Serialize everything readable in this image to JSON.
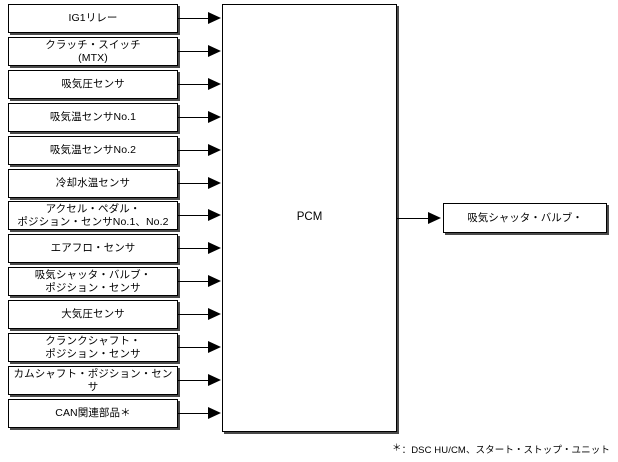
{
  "diagram": {
    "type": "block-diagram",
    "title": "PCM input/output block diagram",
    "controller": {
      "label": "PCM"
    },
    "inputs": [
      {
        "label": "IG1リレー"
      },
      {
        "label": "クラッチ・スイッチ\n(MTX)"
      },
      {
        "label": "吸気圧センサ"
      },
      {
        "label": "吸気温センサNo.1"
      },
      {
        "label": "吸気温センサNo.2"
      },
      {
        "label": "冷却水温センサ"
      },
      {
        "label": "アクセル・ペダル・\nポジション・センサNo.1、No.2"
      },
      {
        "label": "エアフロ・センサ"
      },
      {
        "label": "吸気シャッタ・バルブ・\nポジション・センサ"
      },
      {
        "label": "大気圧センサ"
      },
      {
        "label": "クランクシャフト・\nポジション・センサ"
      },
      {
        "label": "カムシャフト・ポジション・センサ"
      },
      {
        "label": "CAN関連部品＊"
      }
    ],
    "outputs": [
      {
        "label": "吸気シャッタ・バルブ・"
      }
    ],
    "footnote": {
      "marker": "＊",
      "text": "：DSC HU/CM、スタート・ストップ・ユニット"
    },
    "colors": {
      "line": "#000000",
      "box_border": "#000000",
      "box_shadow": "#4a4a4a",
      "background": "#ffffff"
    }
  }
}
